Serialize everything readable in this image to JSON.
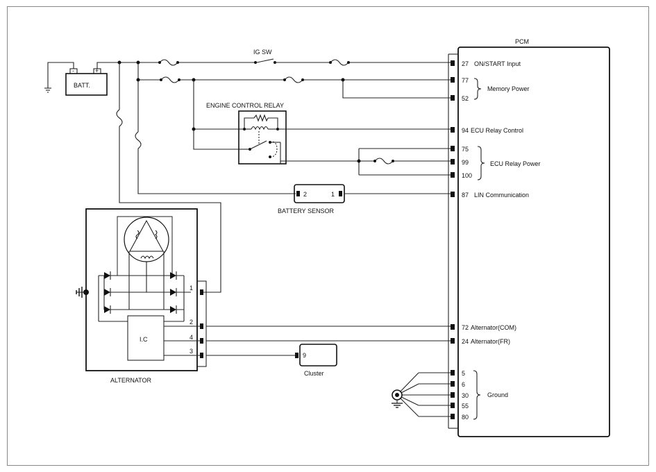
{
  "pcm": {
    "title": "PCM",
    "pins": [
      {
        "num": "27",
        "label": "ON/START Input"
      },
      {
        "num": "77",
        "label": ""
      },
      {
        "num": "52",
        "label": ""
      },
      {
        "num": "94",
        "label": "ECU Relay Control"
      },
      {
        "num": "75",
        "label": ""
      },
      {
        "num": "99",
        "label": ""
      },
      {
        "num": "100",
        "label": ""
      },
      {
        "num": "87",
        "label": "LIN Communication"
      },
      {
        "num": "72",
        "label": "Alternator(COM)"
      },
      {
        "num": "24",
        "label": "Alternator(FR)"
      },
      {
        "num": "5",
        "label": ""
      },
      {
        "num": "6",
        "label": ""
      },
      {
        "num": "30",
        "label": ""
      },
      {
        "num": "55",
        "label": ""
      },
      {
        "num": "80",
        "label": ""
      }
    ],
    "groups": {
      "memory_power": "Memory Power",
      "ecu_relay_power": "ECU Relay Power",
      "ground": "Ground"
    }
  },
  "components": {
    "battery": "BATT.",
    "battery_minus": "-",
    "battery_plus": "+",
    "ig_switch": "IG SW",
    "engine_control_relay": "ENGINE CONTROL RELAY",
    "battery_sensor": "BATTERY SENSOR",
    "battery_sensor_pin_left": "2",
    "battery_sensor_pin_right": "1",
    "alternator": "ALTERNATOR",
    "alternator_ic": "I.C",
    "alternator_pins": [
      "1",
      "2",
      "4",
      "3"
    ],
    "cluster": "Cluster",
    "cluster_pin": "9"
  },
  "colors": {
    "wire": "#222222",
    "frame": "#777777",
    "background": "#ffffff"
  }
}
